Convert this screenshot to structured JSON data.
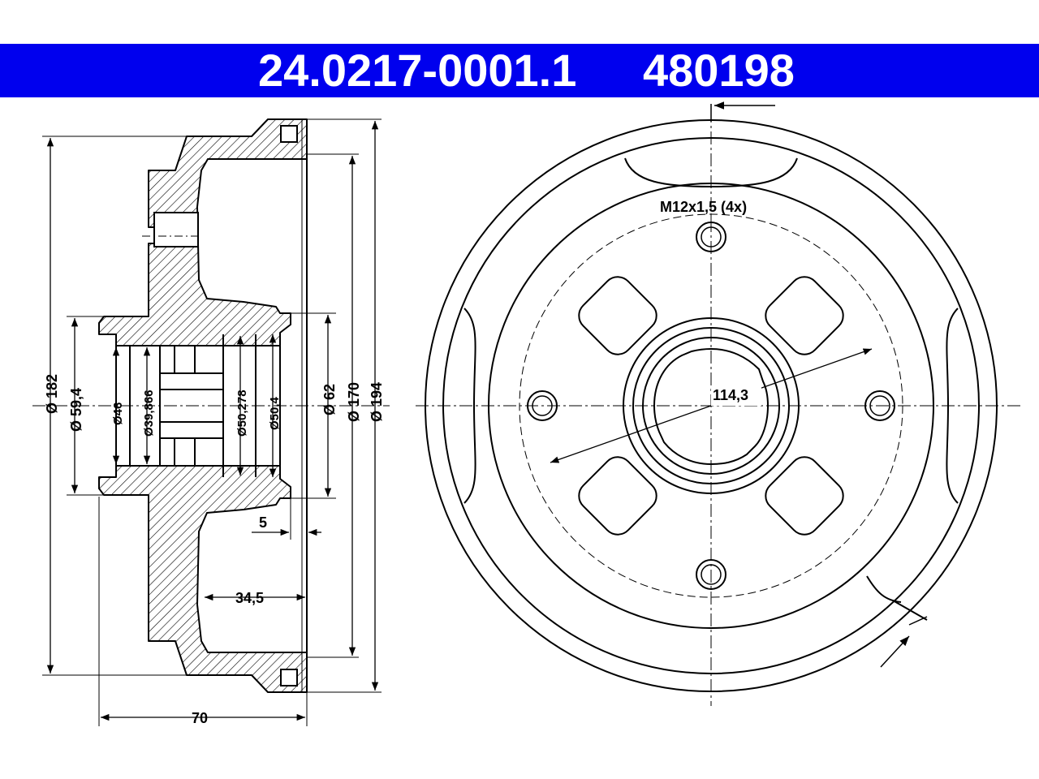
{
  "header": {
    "part_number": "24.0217-0001.1",
    "reference_number": "480198",
    "color": "#0000ee"
  },
  "side_view": {
    "dimensions": {
      "d_182": "Ø 182",
      "d_59_4": "Ø 59,4",
      "d_46": "Ø46",
      "d_39_866": "Ø39,866",
      "d_50_278": "Ø50,278",
      "d_50_4": "Ø50,4",
      "d_62": "Ø 62",
      "d_170": "Ø 170",
      "d_194": "Ø 194",
      "offset_5": "5",
      "depth_34_5": "34,5",
      "width_70": "70"
    }
  },
  "front_view": {
    "thread_label": "M12x1,5 (4x)",
    "pcd_label": "114,3"
  }
}
